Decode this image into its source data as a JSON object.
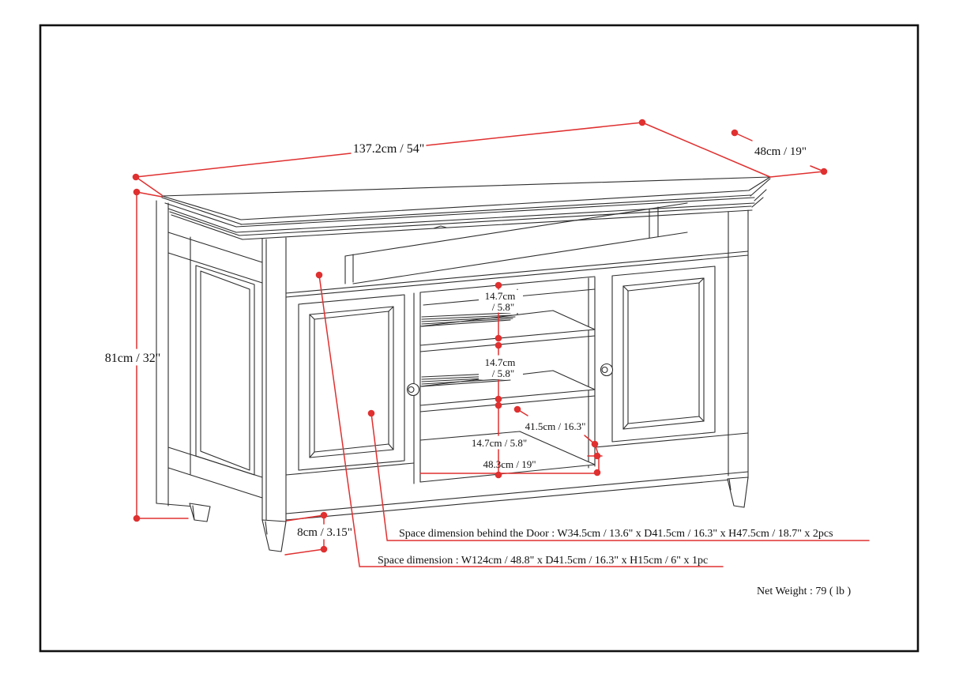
{
  "dimensions": {
    "top_width": "137.2cm / 54\"",
    "top_depth": "48cm / 19\"",
    "height": "81cm / 32\"",
    "leg_height": "8cm / 3.15\"",
    "upper_shelf_gap_line1": "14.7cm",
    "upper_shelf_gap_line2": "/ 5.8\"",
    "middle_shelf_gap_line1": "14.7cm",
    "middle_shelf_gap_line2": "/ 5.8\"",
    "interior_depth": "41.5cm / 16.3\"",
    "lower_gap": "14.7cm / 5.8\"",
    "interior_width": "48.3cm / 19\""
  },
  "annotations": {
    "behind_door": "Space dimension behind the Door  : W34.5cm / 13.6\" x D41.5cm / 16.3\" x H47.5cm / 18.7\" x 2pcs",
    "open_space": "Space dimension : W124cm / 48.8\" x D41.5cm / 16.3\" x H15cm / 6\" x 1pc",
    "net_weight": "Net Weight : 79 ( lb )"
  },
  "colors": {
    "dimension_line": "#e03030",
    "line_art": "#2e2e2e",
    "background": "#ffffff"
  }
}
